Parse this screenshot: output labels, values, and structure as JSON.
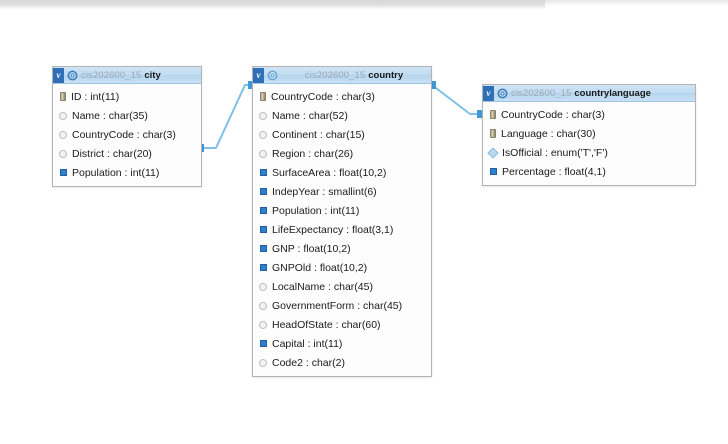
{
  "diagram": {
    "schema": "cis202600_15",
    "icons": {
      "header_marker": "view-marker-icon",
      "header_gear": "gear-icon",
      "primary_key": "primary-key-icon",
      "text_column": "text-column-icon",
      "numeric_column": "numeric-column-icon",
      "enum_column": "enum-column-icon"
    },
    "colors": {
      "header_blue": "#c2dcf2",
      "marker_blue": "#2f6fb8",
      "connector_blue": "#7ec0e8",
      "numeric_icon": "#2f7fd0",
      "schema_label": "#9aa7b0"
    },
    "tables": [
      {
        "id": "city",
        "schema": "cis202600_15",
        "name": "city",
        "columns": [
          {
            "icon": "pk",
            "label": "ID : int(11)"
          },
          {
            "icon": "text",
            "label": "Name : char(35)"
          },
          {
            "icon": "text",
            "label": "CountryCode : char(3)"
          },
          {
            "icon": "text",
            "label": "District : char(20)"
          },
          {
            "icon": "num",
            "label": "Population : int(11)"
          }
        ]
      },
      {
        "id": "country",
        "schema": "cis202600_15",
        "name": "country",
        "columns": [
          {
            "icon": "pk",
            "label": "CountryCode : char(3)"
          },
          {
            "icon": "text",
            "label": "Name : char(52)"
          },
          {
            "icon": "text",
            "label": "Continent : char(15)"
          },
          {
            "icon": "text",
            "label": "Region : char(26)"
          },
          {
            "icon": "num",
            "label": "SurfaceArea : float(10,2)"
          },
          {
            "icon": "num",
            "label": "IndepYear : smallint(6)"
          },
          {
            "icon": "num",
            "label": "Population : int(11)"
          },
          {
            "icon": "num",
            "label": "LifeExpectancy : float(3,1)"
          },
          {
            "icon": "num",
            "label": "GNP : float(10,2)"
          },
          {
            "icon": "num",
            "label": "GNPOld : float(10,2)"
          },
          {
            "icon": "text",
            "label": "LocalName : char(45)"
          },
          {
            "icon": "text",
            "label": "GovernmentForm : char(45)"
          },
          {
            "icon": "text",
            "label": "HeadOfState : char(60)"
          },
          {
            "icon": "num",
            "label": "Capital : int(11)"
          },
          {
            "icon": "text",
            "label": "Code2 : char(2)"
          }
        ]
      },
      {
        "id": "countrylanguage",
        "schema": "cis202600_15",
        "name": "countrylanguage",
        "columns": [
          {
            "icon": "pk",
            "label": "CountryCode : char(3)"
          },
          {
            "icon": "pk",
            "label": "Language : char(30)"
          },
          {
            "icon": "enum",
            "label": "IsOfficial : enum('T','F')"
          },
          {
            "icon": "num",
            "label": "Percentage : float(4,1)"
          }
        ]
      }
    ],
    "relationships": [
      {
        "from": "city.CountryCode",
        "to": "country.CountryCode"
      },
      {
        "from": "countrylanguage.CountryCode",
        "to": "country.CountryCode"
      }
    ]
  }
}
